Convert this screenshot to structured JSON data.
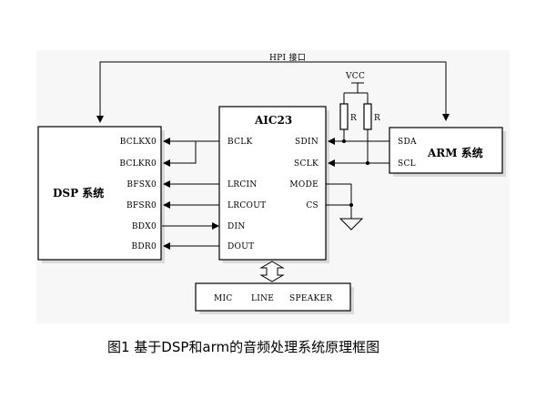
{
  "bus": {
    "label": "HPI 接口"
  },
  "dsp": {
    "title": "DSP 系统",
    "pins": [
      "BCLKX0",
      "BCLKR0",
      "BFSX0",
      "BFSR0",
      "BDX0",
      "BDR0"
    ]
  },
  "aic": {
    "title": "AIC23",
    "left_pins": [
      "BCLK",
      "LRCIN",
      "LRCOUT",
      "DIN",
      "DOUT"
    ],
    "right_pins": [
      "SDIN",
      "SCLK",
      "MODE",
      "CS"
    ]
  },
  "pullup": {
    "vcc": "VCC",
    "r1": "R",
    "r2": "R"
  },
  "arm": {
    "title": "ARM 系统",
    "pins": [
      "SDA",
      "SCL"
    ]
  },
  "io": {
    "mic": "MIC",
    "line": "LINE",
    "speaker": "SPEAKER"
  },
  "caption": "图1  基于DSP和arm的音频处理系统原理框图"
}
